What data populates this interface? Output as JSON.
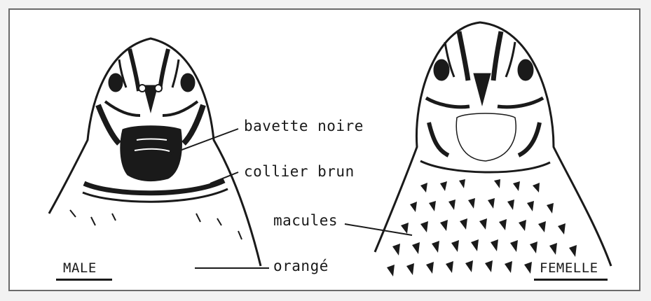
{
  "labels": {
    "bavette": "bavette noire",
    "collier": "collier brun",
    "macules": "macules",
    "orange": "orangé",
    "male": "MALE",
    "femelle": "FEMELLE"
  },
  "colors": {
    "ink": "#1a1a1a",
    "paper": "#ffffff",
    "frame": "#6a6a6a"
  }
}
